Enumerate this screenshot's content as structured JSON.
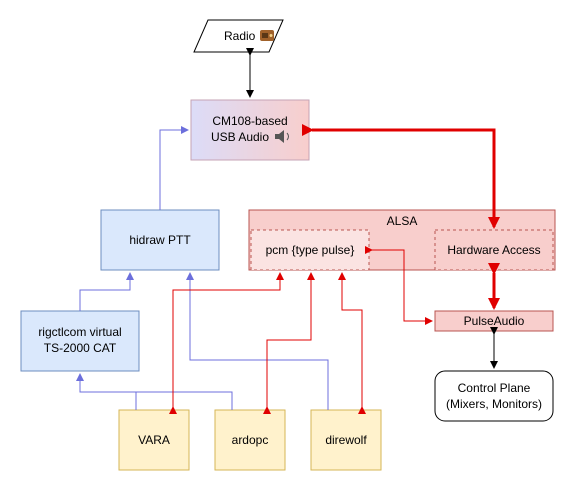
{
  "nodes": {
    "radio": {
      "label": "Radio",
      "icon": "radio-icon"
    },
    "usb_audio": {
      "line1": "CM108-based",
      "line2": "USB Audio",
      "icon": "speaker-icon"
    },
    "hidraw": {
      "label": "hidraw PTT"
    },
    "rigctl": {
      "line1": "rigctlcom virtual",
      "line2": "TS-2000 CAT"
    },
    "alsa": {
      "label": "ALSA"
    },
    "pcm": {
      "label": "pcm {type pulse}"
    },
    "hw_access": {
      "label": "Hardware Access"
    },
    "pulseaudio": {
      "label": "PulseAudio"
    },
    "control_plane": {
      "line1": "Control Plane",
      "line2": "(Mixers, Monitors)"
    },
    "vara": {
      "label": "VARA"
    },
    "ardopc": {
      "label": "ardopc"
    },
    "direwolf": {
      "label": "direwolf"
    }
  },
  "colors": {
    "red_edge": "#e00000",
    "blue_edge": "#6c6fdc",
    "black_edge": "#000000",
    "blue_fill": "#dae8fc",
    "blue_stroke": "#6c8ebf",
    "red_fill": "#f8cecc",
    "red_stroke": "#b85450",
    "yellow_fill": "#fff2cc",
    "yellow_stroke": "#d6b656"
  }
}
